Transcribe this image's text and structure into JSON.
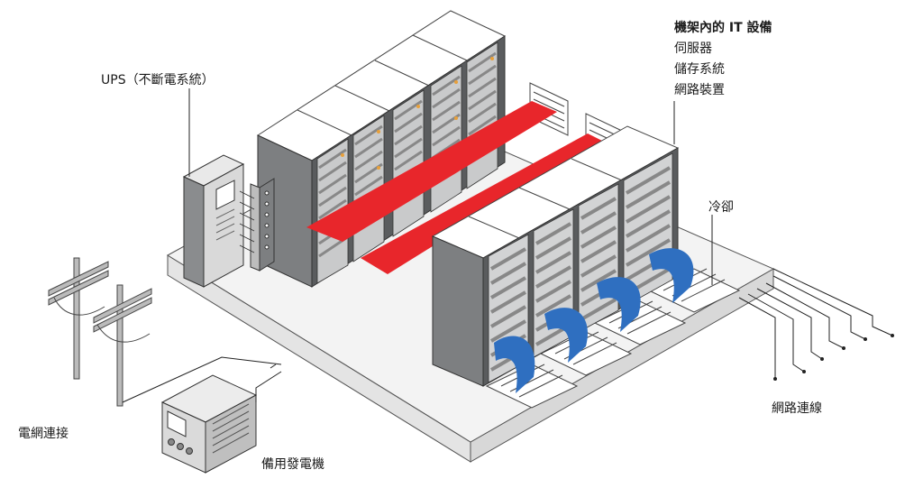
{
  "labels": {
    "ups": "UPS（不斷電系統）",
    "it_title": "機架內的 IT 設備",
    "it_items": [
      "伺服器",
      "儲存系統",
      "網路裝置"
    ],
    "cooling": "冷卻",
    "grid": "電網連接",
    "generator": "備用發電機",
    "network": "網路連線"
  },
  "colors": {
    "hot_aisle": "#e8262b",
    "cold_air": "#2f6fc0",
    "rack_dark": "#5a5c5e",
    "rack_side": "#7d7f81",
    "floor_top": "#f2f2f2",
    "floor_edge": "#e2e2e2"
  }
}
